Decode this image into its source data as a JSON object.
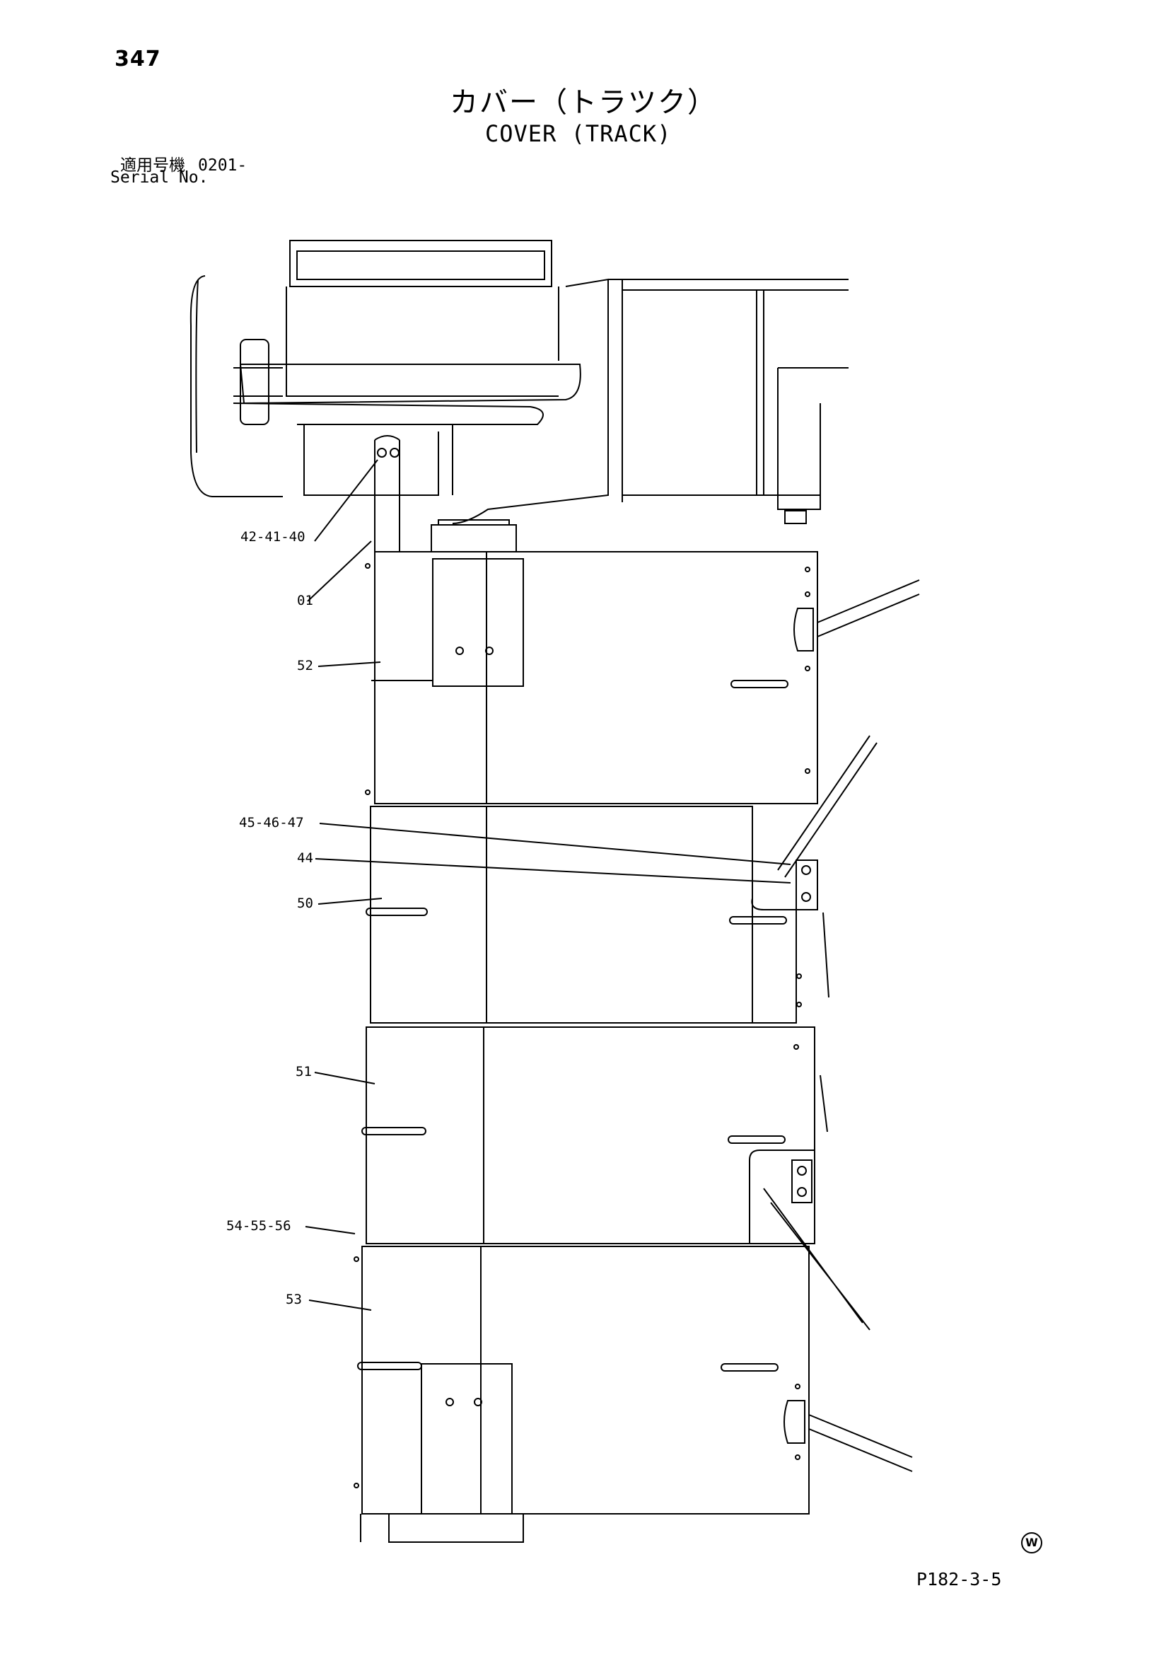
{
  "page_number": "347",
  "title_jp": "カバー（トラツク）",
  "title_en": "COVER (TRACK)",
  "serial": {
    "label_jp": "適用号機",
    "code": "0201-",
    "label_en": "Serial No."
  },
  "callouts": {
    "c_42_41_40": "42-41-40",
    "c_01": "01",
    "c_52": "52",
    "c_45_46_47": "45-46-47",
    "c_44": "44",
    "c_50": "50",
    "c_51": "51",
    "c_54_55_56": "54-55-56",
    "c_53": "53"
  },
  "figure_code": "P182-3-5",
  "corner_mark": "W"
}
